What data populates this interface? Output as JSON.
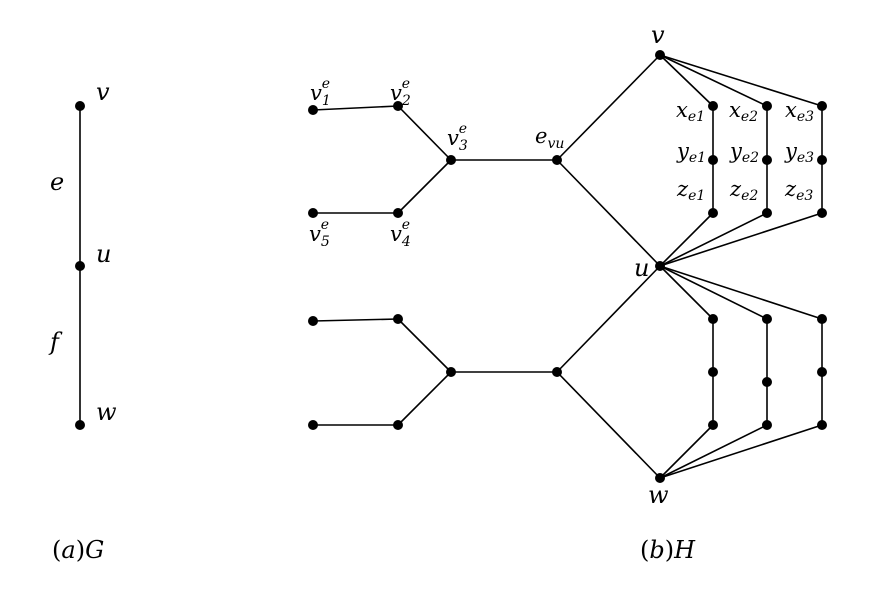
{
  "caption_a": {
    "open": "(",
    "letter": "a",
    "close": ")",
    "name": "G"
  },
  "caption_b": {
    "open": "(",
    "letter": "b",
    "close": ")",
    "name": "H"
  },
  "graph_g": {
    "vertices": {
      "v": "v",
      "u": "u",
      "w": "w"
    },
    "edges": {
      "e": "e",
      "f": "f"
    }
  },
  "graph_h": {
    "hub_v": "v",
    "hub_u": "u",
    "hub_w": "w",
    "edge_vertex": {
      "base": "e",
      "sub": "vu"
    },
    "gadget_vertices": [
      {
        "base": "v",
        "sub": "1",
        "sup": "e"
      },
      {
        "base": "v",
        "sub": "2",
        "sup": "e"
      },
      {
        "base": "v",
        "sub": "3",
        "sup": "e"
      },
      {
        "base": "v",
        "sub": "4",
        "sup": "e"
      },
      {
        "base": "v",
        "sub": "5",
        "sup": "e"
      }
    ],
    "path_vertices": [
      {
        "base": "x",
        "sub": "e1"
      },
      {
        "base": "x",
        "sub": "e2"
      },
      {
        "base": "x",
        "sub": "e3"
      },
      {
        "base": "y",
        "sub": "e1"
      },
      {
        "base": "y",
        "sub": "e2"
      },
      {
        "base": "y",
        "sub": "e3"
      },
      {
        "base": "z",
        "sub": "e1"
      },
      {
        "base": "z",
        "sub": "e2"
      },
      {
        "base": "z",
        "sub": "e3"
      }
    ]
  }
}
